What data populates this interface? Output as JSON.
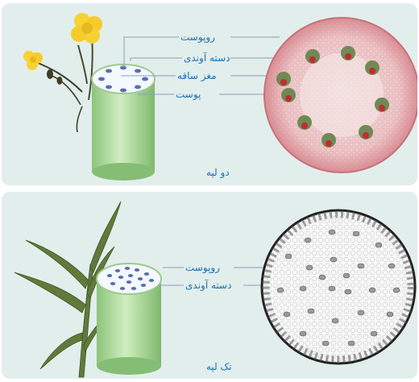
{
  "top_panel": {
    "caption": "دو لپه",
    "labels": {
      "epidermis": "روپوست",
      "vascular_bundle": "دسته آوندی",
      "pith": "مغز ساقه",
      "cortex": "پوست"
    }
  },
  "bottom_panel": {
    "caption": "تک لپه",
    "labels": {
      "epidermis": "روپوست",
      "vascular_bundle": "دسته آوندی"
    }
  },
  "colors": {
    "panel_bg": "#e2eeec",
    "label_blue": "#1a6fb5",
    "stem_green": "#b6dca0",
    "section_pink": "#ebb4b8",
    "flower_yellow": "#f7d233"
  }
}
